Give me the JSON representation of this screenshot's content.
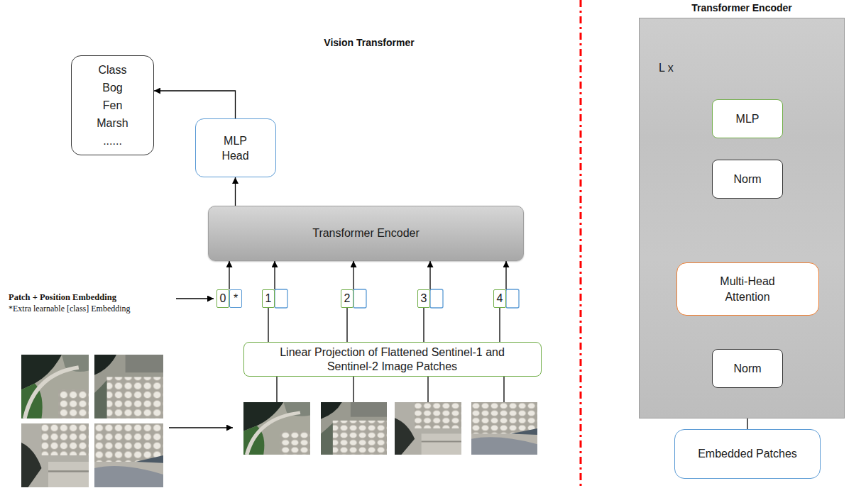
{
  "diagram": {
    "title": "Vision Transformer",
    "nodes": [
      {
        "text": [
          "Class",
          "Bog",
          "Fen",
          "Marsh",
          "......"
        ]
      },
      {
        "text": [
          "MLP Head"
        ]
      },
      {
        "text": [
          "Transformer Encoder"
        ]
      },
      {
        "text": [
          "0"
        ]
      },
      {
        "text": [
          "*"
        ]
      },
      {
        "text": [
          "1"
        ]
      },
      {
        "text": [
          "2"
        ]
      },
      {
        "text": [
          "3"
        ]
      },
      {
        "text": [
          "4"
        ]
      },
      {
        "text": [
          "Linear Projection of Flattened Sentinel-1 and Sentinel-2 Image Patches"
        ]
      },
      {
        "text": [
          "Transformer Encoder",
          "L x"
        ]
      },
      {
        "text": [
          "MLP"
        ],
        "in": 10
      },
      {
        "text": [
          "Norm"
        ],
        "in": 10
      },
      {
        "text": [
          "Multi-Head Attention"
        ],
        "in": 10
      },
      {
        "text": [
          "Norm"
        ],
        "in": 10
      },
      {
        "text": [
          "Embedded Patches"
        ]
      }
    ],
    "edges": [
      {
        "from": 1,
        "to": 0,
        "arrow": "to"
      },
      {
        "from": 2,
        "to": 1,
        "arrow": "to"
      },
      {
        "from": 3,
        "to": 2,
        "arrow": "to"
      },
      {
        "from": 5,
        "to": 2,
        "arrow": "to"
      },
      {
        "from": 6,
        "to": 2,
        "arrow": "to"
      },
      {
        "from": 7,
        "to": 2,
        "arrow": "to"
      },
      {
        "from": 8,
        "to": 2,
        "arrow": "to"
      },
      {
        "from": 9,
        "to": 5,
        "arrow": "none"
      },
      {
        "from": 9,
        "to": 6,
        "arrow": "none"
      },
      {
        "from": 9,
        "to": 7,
        "arrow": "none"
      },
      {
        "from": 9,
        "to": 8,
        "arrow": "none"
      },
      {
        "from": 15,
        "to": 14,
        "arrow": "none"
      },
      {
        "from": 14,
        "to": 13,
        "arrow": "to"
      },
      {
        "from": 13,
        "to": 12,
        "arrow": "none"
      },
      {
        "from": 12,
        "to": 11,
        "arrow": "to"
      }
    ],
    "labels": [
      "Patch + Position Embedding",
      "*Extra learnable [class] Embedding"
    ]
  }
}
